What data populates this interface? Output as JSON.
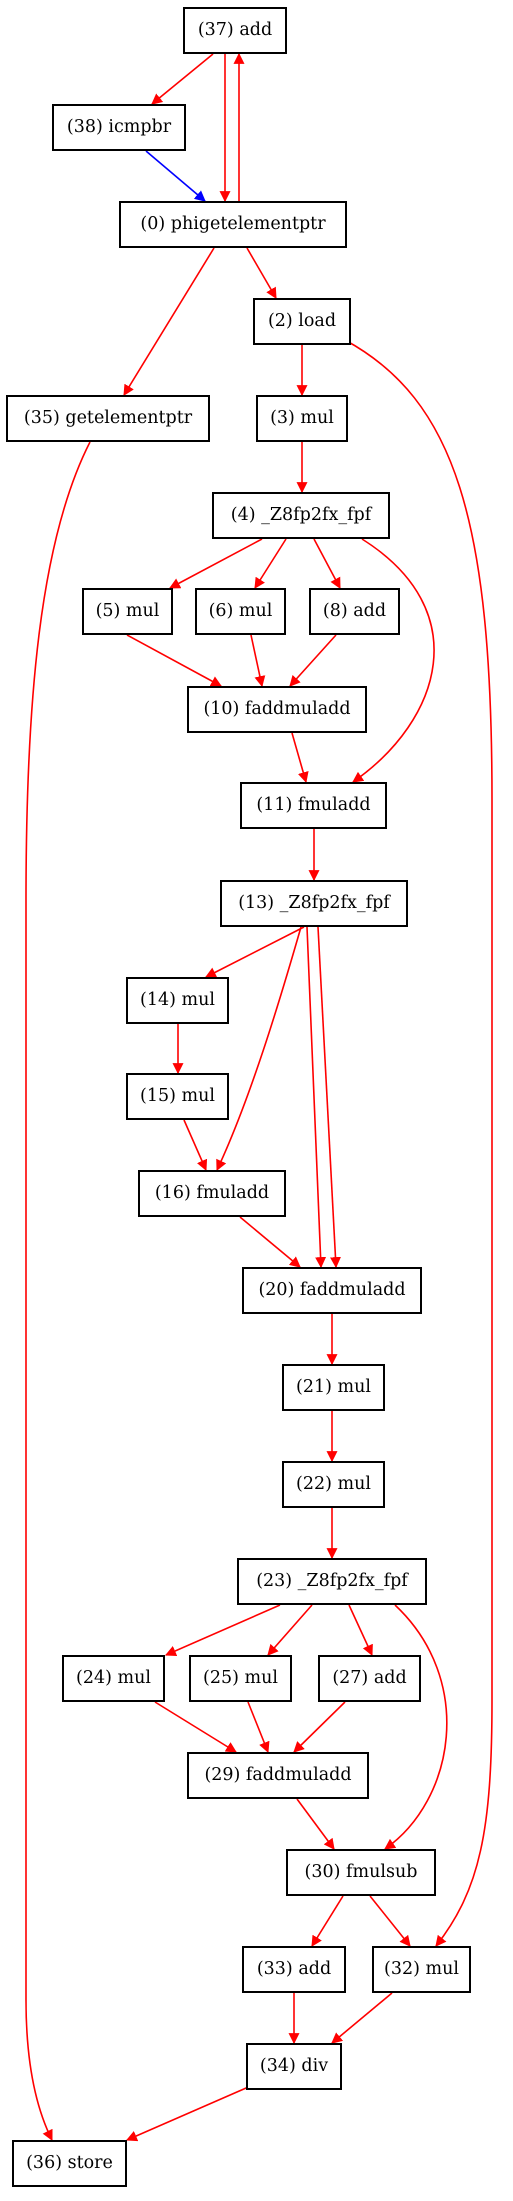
{
  "graph": {
    "default_edge_color": "#ff0000",
    "alt_edge_color": "#0000ff",
    "nodes": [
      {
        "id": "n37",
        "label": "(37) add"
      },
      {
        "id": "n38",
        "label": "(38) icmpbr"
      },
      {
        "id": "n0",
        "label": "(0) phigetelementptr"
      },
      {
        "id": "n2",
        "label": "(2) load"
      },
      {
        "id": "n35",
        "label": "(35) getelementptr"
      },
      {
        "id": "n3",
        "label": "(3) mul"
      },
      {
        "id": "n4",
        "label": "(4) _Z8fp2fx_fpf"
      },
      {
        "id": "n5",
        "label": "(5) mul"
      },
      {
        "id": "n6",
        "label": "(6) mul"
      },
      {
        "id": "n8",
        "label": "(8) add"
      },
      {
        "id": "n10",
        "label": "(10) faddmuladd"
      },
      {
        "id": "n11",
        "label": "(11) fmuladd"
      },
      {
        "id": "n13",
        "label": "(13) _Z8fp2fx_fpf"
      },
      {
        "id": "n14",
        "label": "(14) mul"
      },
      {
        "id": "n15",
        "label": "(15) mul"
      },
      {
        "id": "n16",
        "label": "(16) fmuladd"
      },
      {
        "id": "n20",
        "label": "(20) faddmuladd"
      },
      {
        "id": "n21",
        "label": "(21) mul"
      },
      {
        "id": "n22",
        "label": "(22) mul"
      },
      {
        "id": "n23",
        "label": "(23) _Z8fp2fx_fpf"
      },
      {
        "id": "n24",
        "label": "(24) mul"
      },
      {
        "id": "n25",
        "label": "(25) mul"
      },
      {
        "id": "n27",
        "label": "(27) add"
      },
      {
        "id": "n29",
        "label": "(29) faddmuladd"
      },
      {
        "id": "n30",
        "label": "(30) fmulsub"
      },
      {
        "id": "n33",
        "label": "(33) add"
      },
      {
        "id": "n32",
        "label": "(32) mul"
      },
      {
        "id": "n34",
        "label": "(34) div"
      },
      {
        "id": "n36",
        "label": "(36) store"
      }
    ],
    "edges": [
      {
        "from": "n37",
        "to": "n38"
      },
      {
        "from": "n37",
        "to": "n0"
      },
      {
        "from": "n0",
        "to": "n37"
      },
      {
        "from": "n38",
        "to": "n0",
        "color": "#0000ff"
      },
      {
        "from": "n0",
        "to": "n2"
      },
      {
        "from": "n0",
        "to": "n35"
      },
      {
        "from": "n2",
        "to": "n3"
      },
      {
        "from": "n2",
        "to": "n32"
      },
      {
        "from": "n35",
        "to": "n36"
      },
      {
        "from": "n3",
        "to": "n4"
      },
      {
        "from": "n4",
        "to": "n5"
      },
      {
        "from": "n4",
        "to": "n6"
      },
      {
        "from": "n4",
        "to": "n8"
      },
      {
        "from": "n4",
        "to": "n11"
      },
      {
        "from": "n5",
        "to": "n10"
      },
      {
        "from": "n6",
        "to": "n10"
      },
      {
        "from": "n8",
        "to": "n10"
      },
      {
        "from": "n10",
        "to": "n11"
      },
      {
        "from": "n11",
        "to": "n13"
      },
      {
        "from": "n13",
        "to": "n14"
      },
      {
        "from": "n13",
        "to": "n16"
      },
      {
        "from": "n13",
        "to": "n20"
      },
      {
        "from": "n13",
        "to": "n20"
      },
      {
        "from": "n14",
        "to": "n15"
      },
      {
        "from": "n15",
        "to": "n16"
      },
      {
        "from": "n16",
        "to": "n20"
      },
      {
        "from": "n20",
        "to": "n21"
      },
      {
        "from": "n21",
        "to": "n22"
      },
      {
        "from": "n22",
        "to": "n23"
      },
      {
        "from": "n23",
        "to": "n24"
      },
      {
        "from": "n23",
        "to": "n25"
      },
      {
        "from": "n23",
        "to": "n27"
      },
      {
        "from": "n23",
        "to": "n30"
      },
      {
        "from": "n24",
        "to": "n29"
      },
      {
        "from": "n25",
        "to": "n29"
      },
      {
        "from": "n27",
        "to": "n29"
      },
      {
        "from": "n29",
        "to": "n30"
      },
      {
        "from": "n30",
        "to": "n33"
      },
      {
        "from": "n30",
        "to": "n32"
      },
      {
        "from": "n33",
        "to": "n34"
      },
      {
        "from": "n32",
        "to": "n34"
      },
      {
        "from": "n34",
        "to": "n36"
      }
    ]
  }
}
